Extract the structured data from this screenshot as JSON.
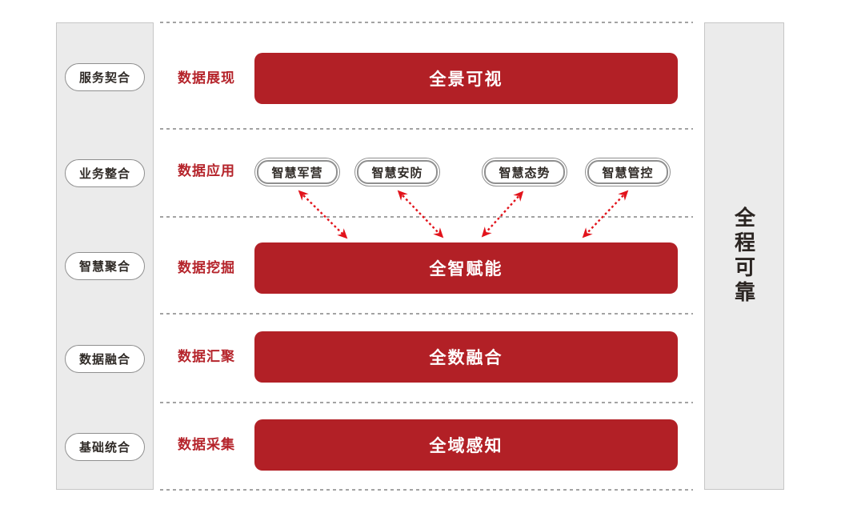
{
  "colors": {
    "accent-red": "#b22026",
    "label-red": "#b5242b",
    "arrow-red": "#e2131b",
    "sidebar-bg": "#ebebeb",
    "sidebar-border": "#c6c6c6",
    "pill-border": "#8f8f8f",
    "dotted-gray": "#a3a3a3",
    "text-dark": "#2f2a26"
  },
  "left_sidebar": {
    "items": [
      "服务契合",
      "业务整合",
      "智慧聚合",
      "数据融合",
      "基础统合"
    ]
  },
  "right_sidebar": {
    "label": "全程可靠"
  },
  "rows": [
    {
      "label": "数据展现",
      "banner": "全景可视"
    },
    {
      "label": "数据应用",
      "apps": [
        "智慧军营",
        "智慧安防",
        "智慧态势",
        "智慧管控"
      ]
    },
    {
      "label": "数据挖掘",
      "banner": "全智赋能"
    },
    {
      "label": "数据汇聚",
      "banner": "全数融合"
    },
    {
      "label": "数据采集",
      "banner": "全域感知"
    }
  ]
}
